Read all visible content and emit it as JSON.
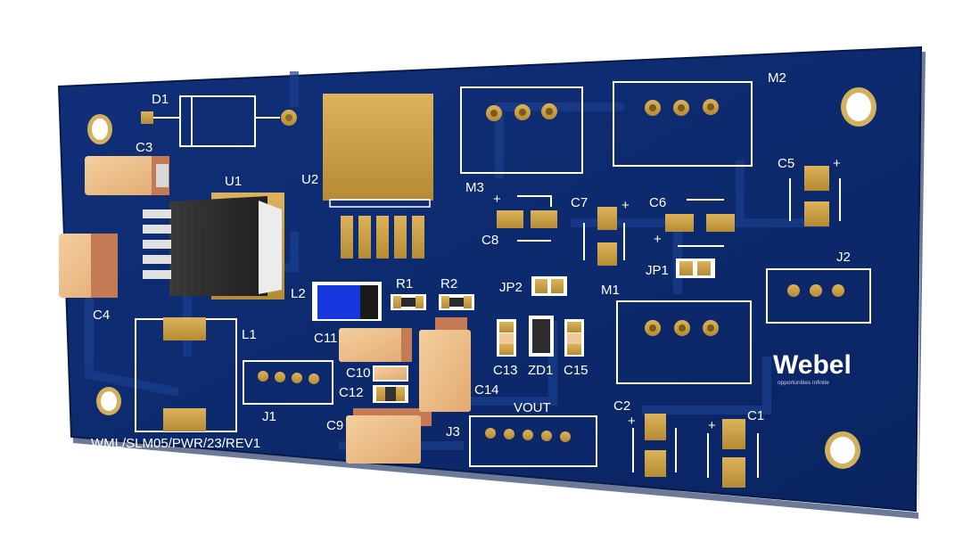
{
  "board": {
    "silkscreen_id": "WML/SLM05/PWR/23/REV1",
    "logo": {
      "name": "Webel",
      "tagline": "opportunities infinite"
    },
    "colors": {
      "pcb": "#0d2a6e",
      "silk": "#ffffff",
      "copper": "#c9a04a",
      "body": "#2a2a2a"
    }
  },
  "labels": {
    "D1": "D1",
    "C3": "C3",
    "U1": "U1",
    "U2": "U2",
    "C4": "C4",
    "L1": "L1",
    "L2": "L2",
    "R1": "R1",
    "R2": "R2",
    "C11": "C11",
    "C10": "C10",
    "C12": "C12",
    "C9": "C9",
    "C14": "C14",
    "J1": "J1",
    "J3": "J3",
    "VOUT": "VOUT",
    "M3": "M3",
    "M2": "M2",
    "M1": "M1",
    "C8": "C8",
    "C7": "C7",
    "C6": "C6",
    "C5": "C5",
    "JP2": "JP2",
    "JP1": "JP1",
    "J2": "J2",
    "C13": "C13",
    "ZD1": "ZD1",
    "C15": "C15",
    "C2": "C2",
    "C1": "C1",
    "plus": "+"
  }
}
